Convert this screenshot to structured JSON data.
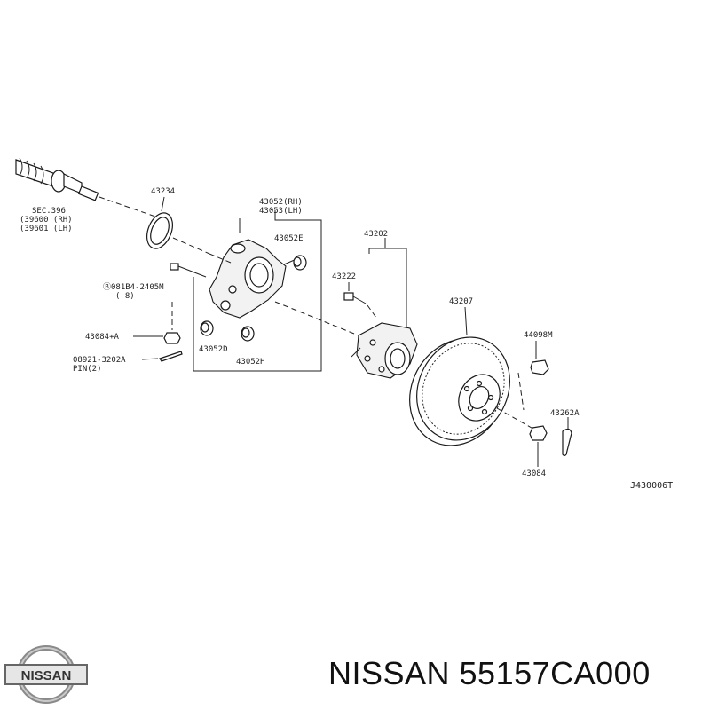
{
  "diagram": {
    "ref_code": "J430006T",
    "labels": {
      "sec396": "SEC.396",
      "p39600": "(39600 (RH)",
      "p39601": "(39601 (LH)",
      "p43234": "43234",
      "p43052rh": "43052(RH)",
      "p43053lh": "43053(LH)",
      "p43052e": "43052E",
      "p08184": "Ⓑ081B4-2405M",
      "p08184q": "( 8)",
      "p43084a": "43084+A",
      "p08921": "08921-3202A",
      "pin": "PIN(2)",
      "p43052d": "43052D",
      "p43052h": "43052H",
      "p43202": "43202",
      "p43222": "43222",
      "p43207": "43207",
      "p44098m": "44098M",
      "p43262a": "43262A",
      "p43084": "43084"
    }
  },
  "footer": {
    "brand_logo_text": "NISSAN",
    "caption": "NISSAN 55157CA000"
  }
}
